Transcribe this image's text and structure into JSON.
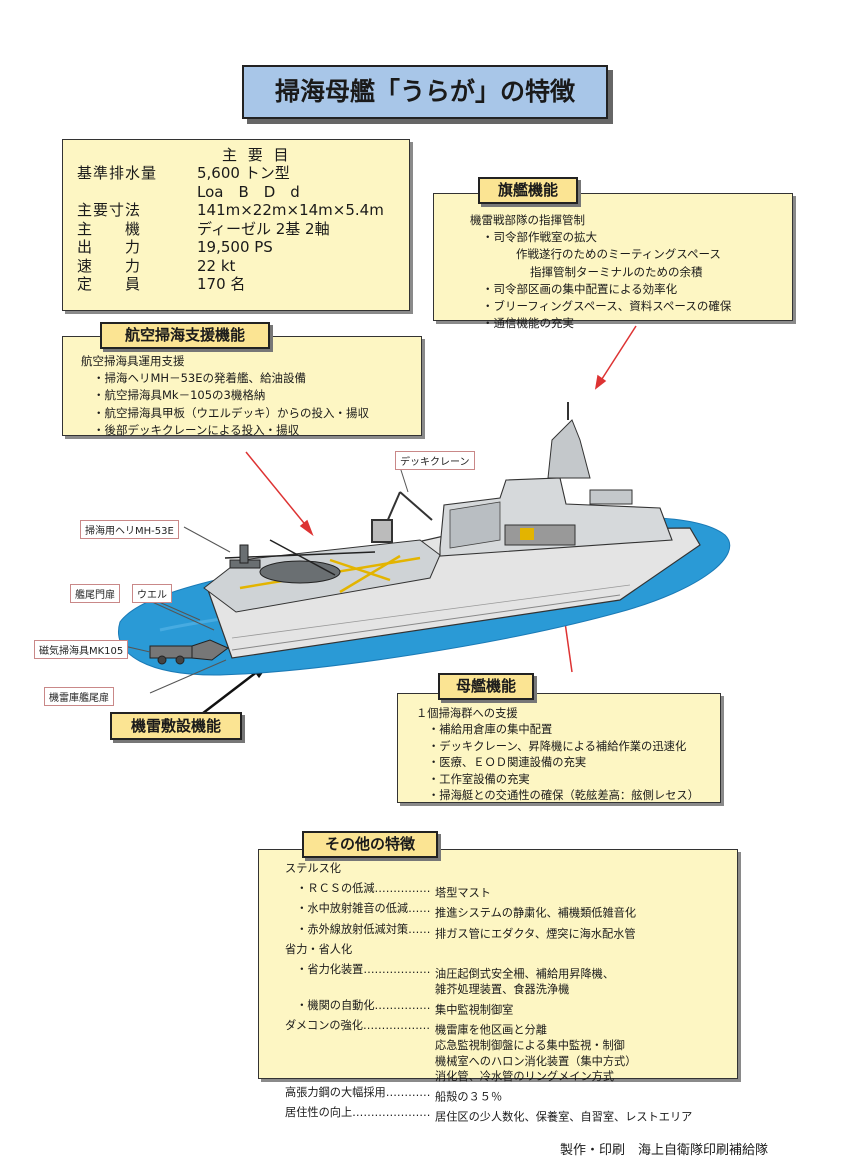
{
  "title": "掃海母艦「うらが」の特徴",
  "specs": {
    "heading": "主 要 目",
    "rows": [
      {
        "k": "基準排水量",
        "v": "5,600 トン型"
      },
      {
        "k": "",
        "v": "Loa　B　D　d"
      },
      {
        "k": "主要寸法",
        "v": "141m×22m×14m×5.4m"
      },
      {
        "k": "主　　機",
        "v": "ディーゼル 2基 2軸"
      },
      {
        "k": "出　　力",
        "v": "19,500 PS"
      },
      {
        "k": "速　　力",
        "v": "22 kt"
      },
      {
        "k": "定　　員",
        "v": "170 名"
      }
    ]
  },
  "flagship": {
    "tag": "旗艦機能",
    "lines": [
      "機雷戦部隊の指揮管制",
      "・司令部作戦室の拡大",
      "作戦遂行のためのミーティングスペース",
      "指揮管制ターミナルのための余積",
      "・司令部区画の集中配置による効率化",
      "・ブリーフィングスペース、資料スペースの確保",
      "・通信機能の充実"
    ]
  },
  "air": {
    "tag": "航空掃海支援機能",
    "lines": [
      "航空掃海具運用支援",
      "・掃海ヘリMH－53Eの発着艦、給油設備",
      "・航空掃海具Mk－105の3機格納",
      "・航空掃海具甲板（ウエルデッキ）からの投入・揚収",
      "・後部デッキクレーンによる投入・揚収"
    ]
  },
  "labels": {
    "crane": "デッキクレーン",
    "heli": "掃海用ヘリMH-53E",
    "stern_door": "艦尾門扉",
    "well": "ウエル",
    "mk105": "磁気掃海具MK105",
    "mine_door": "機雷庫艦尾扉"
  },
  "mine": {
    "tag": "機雷敷設機能"
  },
  "mother": {
    "tag": "母艦機能",
    "lines": [
      "１個掃海群への支援",
      "・補給用倉庫の集中配置",
      "・デッキクレーン、昇降機による補給作業の迅速化",
      "・医療、ＥＯＤ関連設備の充実",
      "・工作室設備の充実",
      "・掃海艇との交通性の確保（乾舷差高：舷側レセス）"
    ]
  },
  "other": {
    "tag": "その他の特徴",
    "rows": [
      {
        "k": "ステルス化",
        "v": ""
      },
      {
        "k": "　・ＲＣＳの低減……………",
        "v": "塔型マスト"
      },
      {
        "k": "　・水中放射雑音の低減……",
        "v": "推進システムの静粛化、補機類低雑音化"
      },
      {
        "k": "　・赤外線放射低減対策……",
        "v": "排ガス管にエダクタ、煙突に海水配水管"
      },
      {
        "k": "省力・省人化",
        "v": ""
      },
      {
        "k": "　・省力化装置………………",
        "v": "油圧起倒式安全柵、補給用昇降機、"
      },
      {
        "k": "",
        "v": "雑芥処理装置、食器洗浄機"
      },
      {
        "k": "　・機関の自動化……………",
        "v": "集中監視制御室"
      },
      {
        "k": "ダメコンの強化………………",
        "v": "機雷庫を他区画と分離"
      },
      {
        "k": "",
        "v": "応急監視制御盤による集中監視・制御"
      },
      {
        "k": "",
        "v": "機械室へのハロン消化装置（集中方式）"
      },
      {
        "k": "",
        "v": "消化管、冷水管のリングメイン方式"
      },
      {
        "k": "高張力鋼の大幅採用…………",
        "v": "船殻の３５％"
      },
      {
        "k": "居住性の向上…………………",
        "v": "居住区の少人数化、保養室、自習室、レストエリア"
      }
    ]
  },
  "credit": "製作・印刷　海上自衛隊印刷補給隊"
}
